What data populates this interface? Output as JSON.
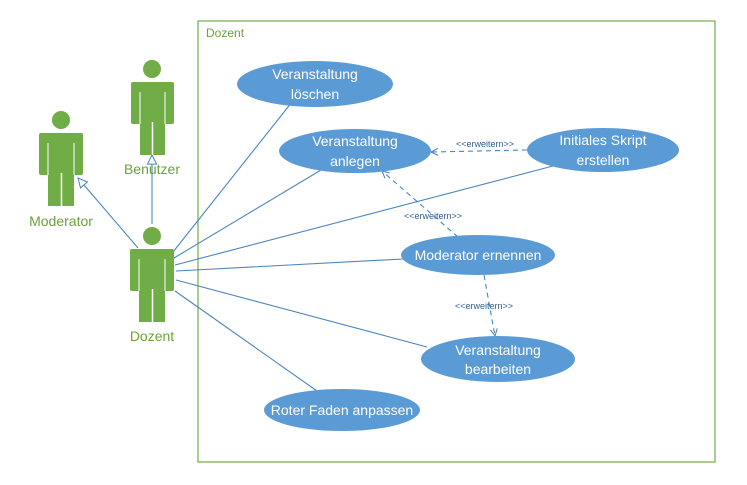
{
  "colors": {
    "actor": "#70ad47",
    "actor_text": "#6aa23a",
    "usecase_fill": "#5b9bd5",
    "usecase_text": "#ffffff",
    "line": "#4a85c0",
    "boundary": "#70ad47"
  },
  "system_boundary": {
    "label": "Dozent"
  },
  "actors": {
    "moderator": {
      "label": "Moderator"
    },
    "benutzer": {
      "label": "Benutzer"
    },
    "dozent": {
      "label": "Dozent"
    }
  },
  "usecases": {
    "veranstaltung_loeschen": {
      "line1": "Veranstaltung",
      "line2": "löschen"
    },
    "veranstaltung_anlegen": {
      "line1": "Veranstaltung",
      "line2": "anlegen"
    },
    "initiales_skript": {
      "line1": "Initiales Skript",
      "line2": "erstellen"
    },
    "moderator_ernennen": {
      "line1": "Moderator ernennen"
    },
    "veranstaltung_bearbeiten": {
      "line1": "Veranstaltung",
      "line2": "bearbeiten"
    },
    "roter_faden": {
      "line1": "Roter Faden anpassen"
    }
  },
  "stereotypes": {
    "extend_skript_anlegen": "<<erweitern>>",
    "extend_moderator_anlegen": "<<erweitern>>",
    "extend_moderator_bearbeiten": "<<erweitern>>"
  }
}
